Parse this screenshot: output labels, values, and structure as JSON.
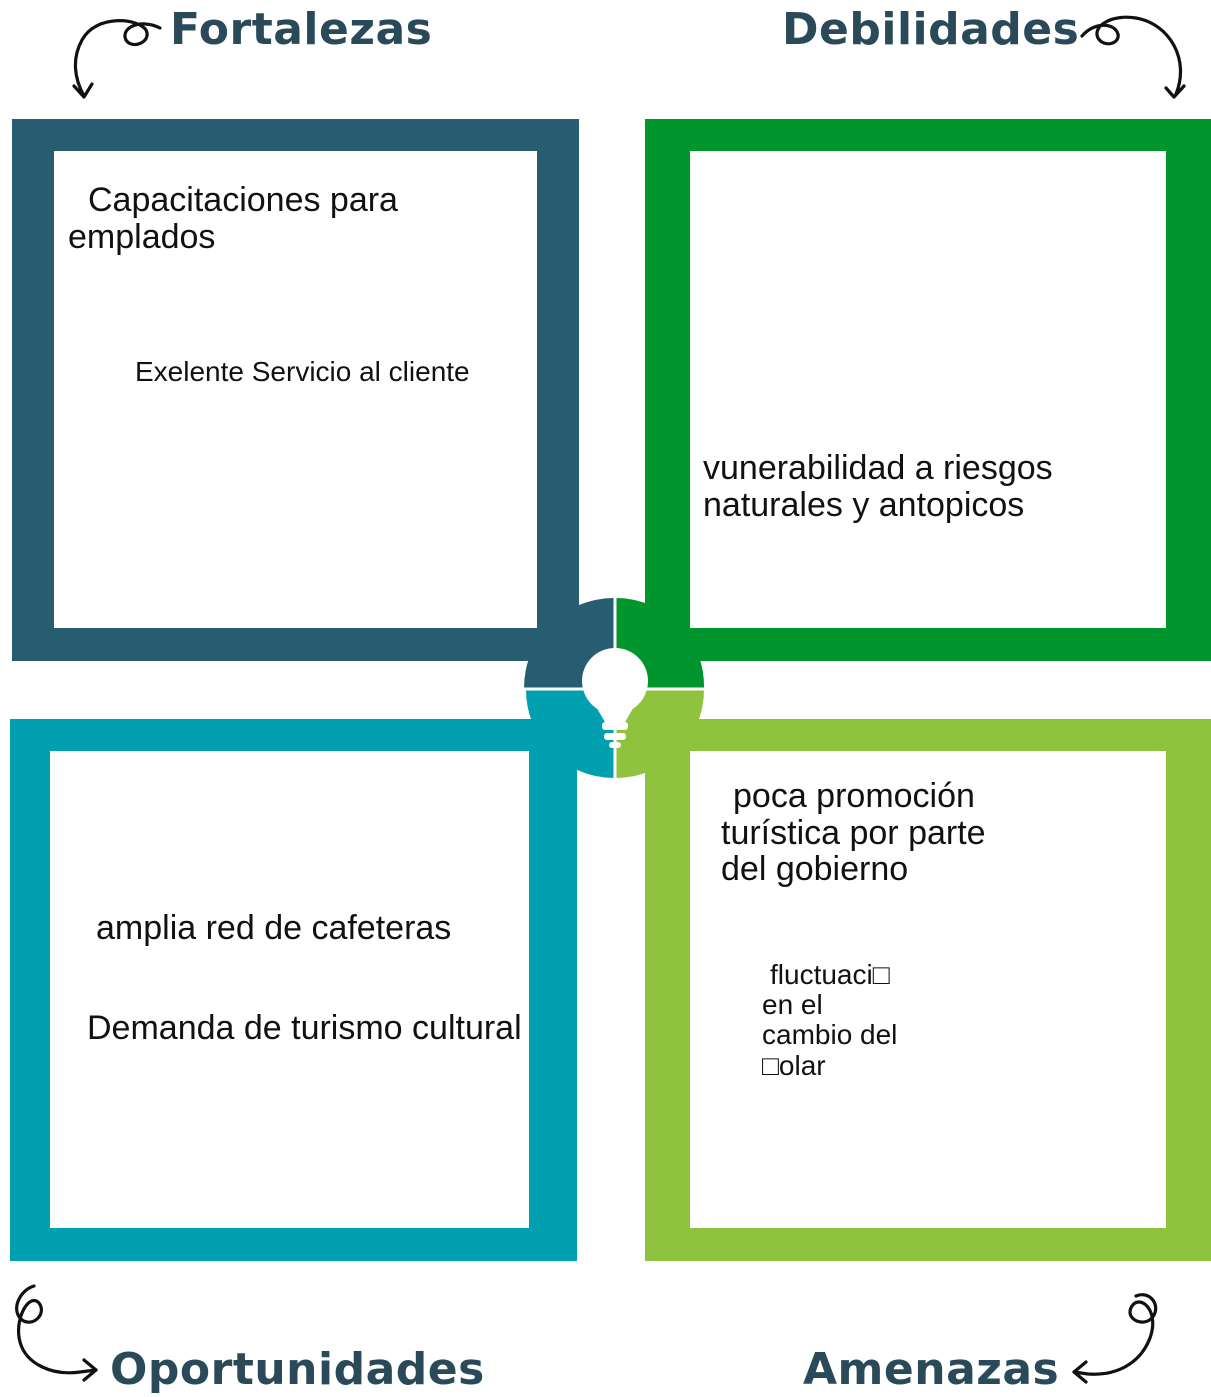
{
  "colors": {
    "fortalezas": "#285c70",
    "debilidades": "#00962d",
    "oportunidades": "#00a0b0",
    "amenazas": "#8fc23e",
    "heading": "#2a4a5a"
  },
  "headings": {
    "fortalezas": "Fortalezas",
    "debilidades": "Debilidades",
    "oportunidades": "Oportunidades",
    "amenazas": "Amenazas"
  },
  "fortalezas": {
    "item1": "Capacitaciones para",
    "item1_line2": "emplados",
    "item2": "Exelente Servicio al cliente"
  },
  "debilidades": {
    "item1": "vunerabilidad a riesgos",
    "item1_line2": "naturales y antopicos"
  },
  "oportunidades": {
    "item1": "amplia red de cafeteras",
    "item2": "Demanda de turismo cultural"
  },
  "amenazas": {
    "item1": "poca promoción",
    "item1_line2": "turística por parte",
    "item1_line3": "del gobierno",
    "item2": "fluctuaci□",
    "item2_line2": "en el",
    "item2_line3": "cambio del",
    "item2_line4": "□olar"
  },
  "icons": {
    "center": "lightbulb-icon",
    "arrows": "curly-arrow-icon"
  }
}
